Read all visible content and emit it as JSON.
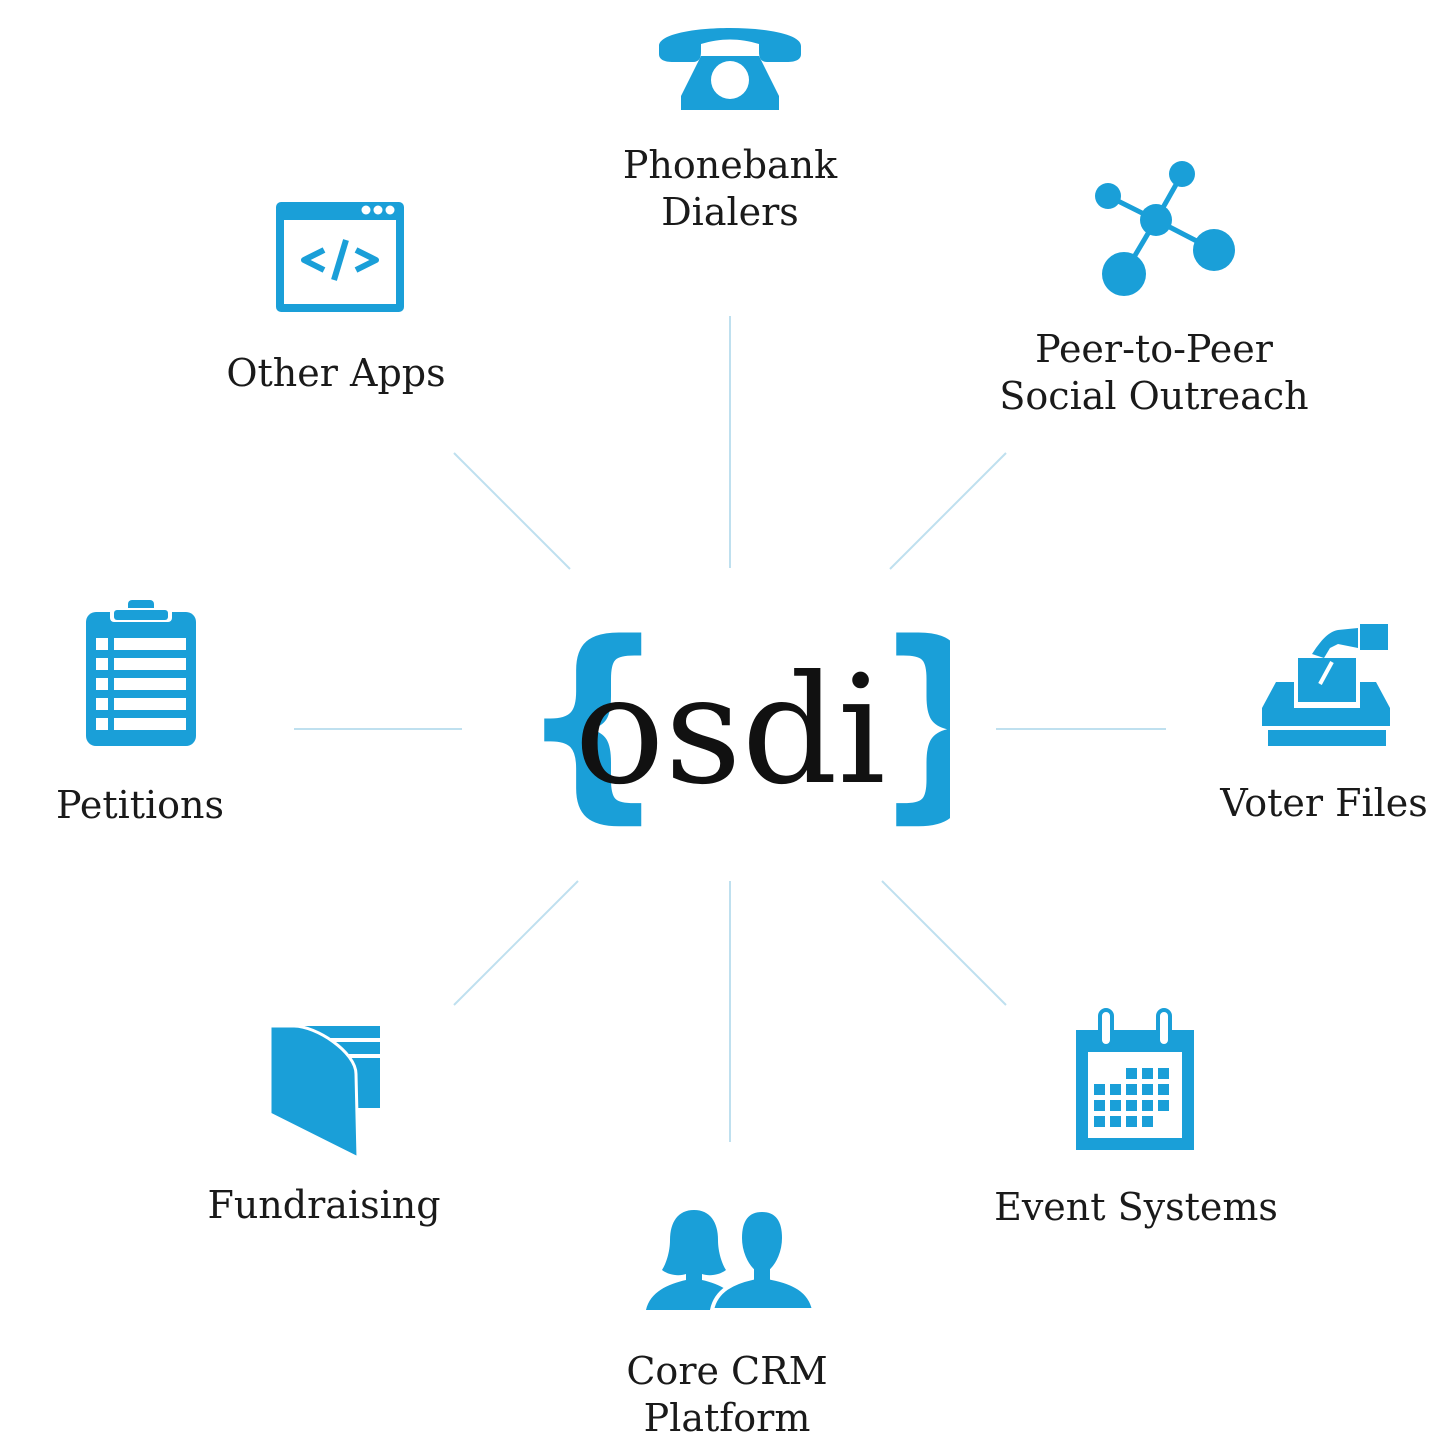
{
  "colors": {
    "accent": "#1a9fd8",
    "spoke": "#bfe0ef",
    "text": "#1a1a1a"
  },
  "hub": {
    "logo_text": "osdi",
    "brace_left": "{",
    "brace_right": "}"
  },
  "nodes": {
    "phonebank": {
      "icon": "telephone-icon",
      "lines": [
        "Phonebank",
        "Dialers"
      ]
    },
    "peer": {
      "icon": "network-nodes-icon",
      "lines": [
        "Peer-to-Peer",
        "Social Outreach"
      ]
    },
    "voter": {
      "icon": "ballot-box-icon",
      "lines": [
        "Voter Files"
      ]
    },
    "events": {
      "icon": "calendar-icon",
      "lines": [
        "Event Systems"
      ]
    },
    "crm": {
      "icon": "users-icon",
      "lines": [
        "Core CRM",
        "Platform"
      ]
    },
    "fundraising": {
      "icon": "wallet-icon",
      "lines": [
        "Fundraising"
      ]
    },
    "petitions": {
      "icon": "clipboard-list-icon",
      "lines": [
        "Petitions"
      ]
    },
    "otherapps": {
      "icon": "code-window-icon",
      "lines": [
        "Other Apps"
      ]
    }
  }
}
